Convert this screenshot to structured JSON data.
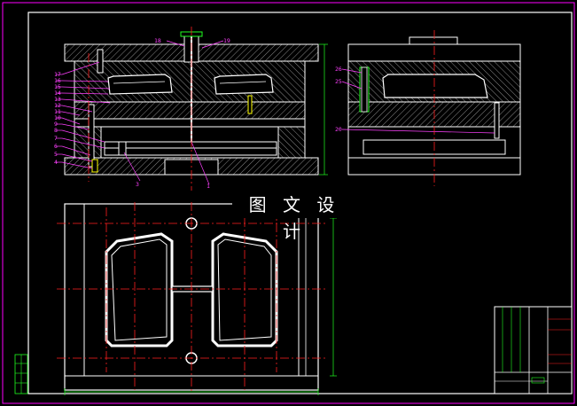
{
  "watermark": "图 文 设 计",
  "part_numbers": {
    "front_left": [
      "17",
      "16",
      "15",
      "14",
      "13",
      "12",
      "11",
      "10",
      "9",
      "8",
      "7",
      "6",
      "5",
      "4"
    ],
    "top": [
      "18",
      "19"
    ],
    "bottom": [
      "3",
      "1"
    ],
    "side": [
      "26",
      "25",
      "20"
    ]
  },
  "colors": {
    "background": "#000000",
    "frame": "#ff00ff",
    "outline": "#ffffff",
    "centerline": "#ff2020",
    "label": "#ff40ff",
    "accent_green": "#20ff20",
    "accent_yellow": "#ffff00"
  }
}
